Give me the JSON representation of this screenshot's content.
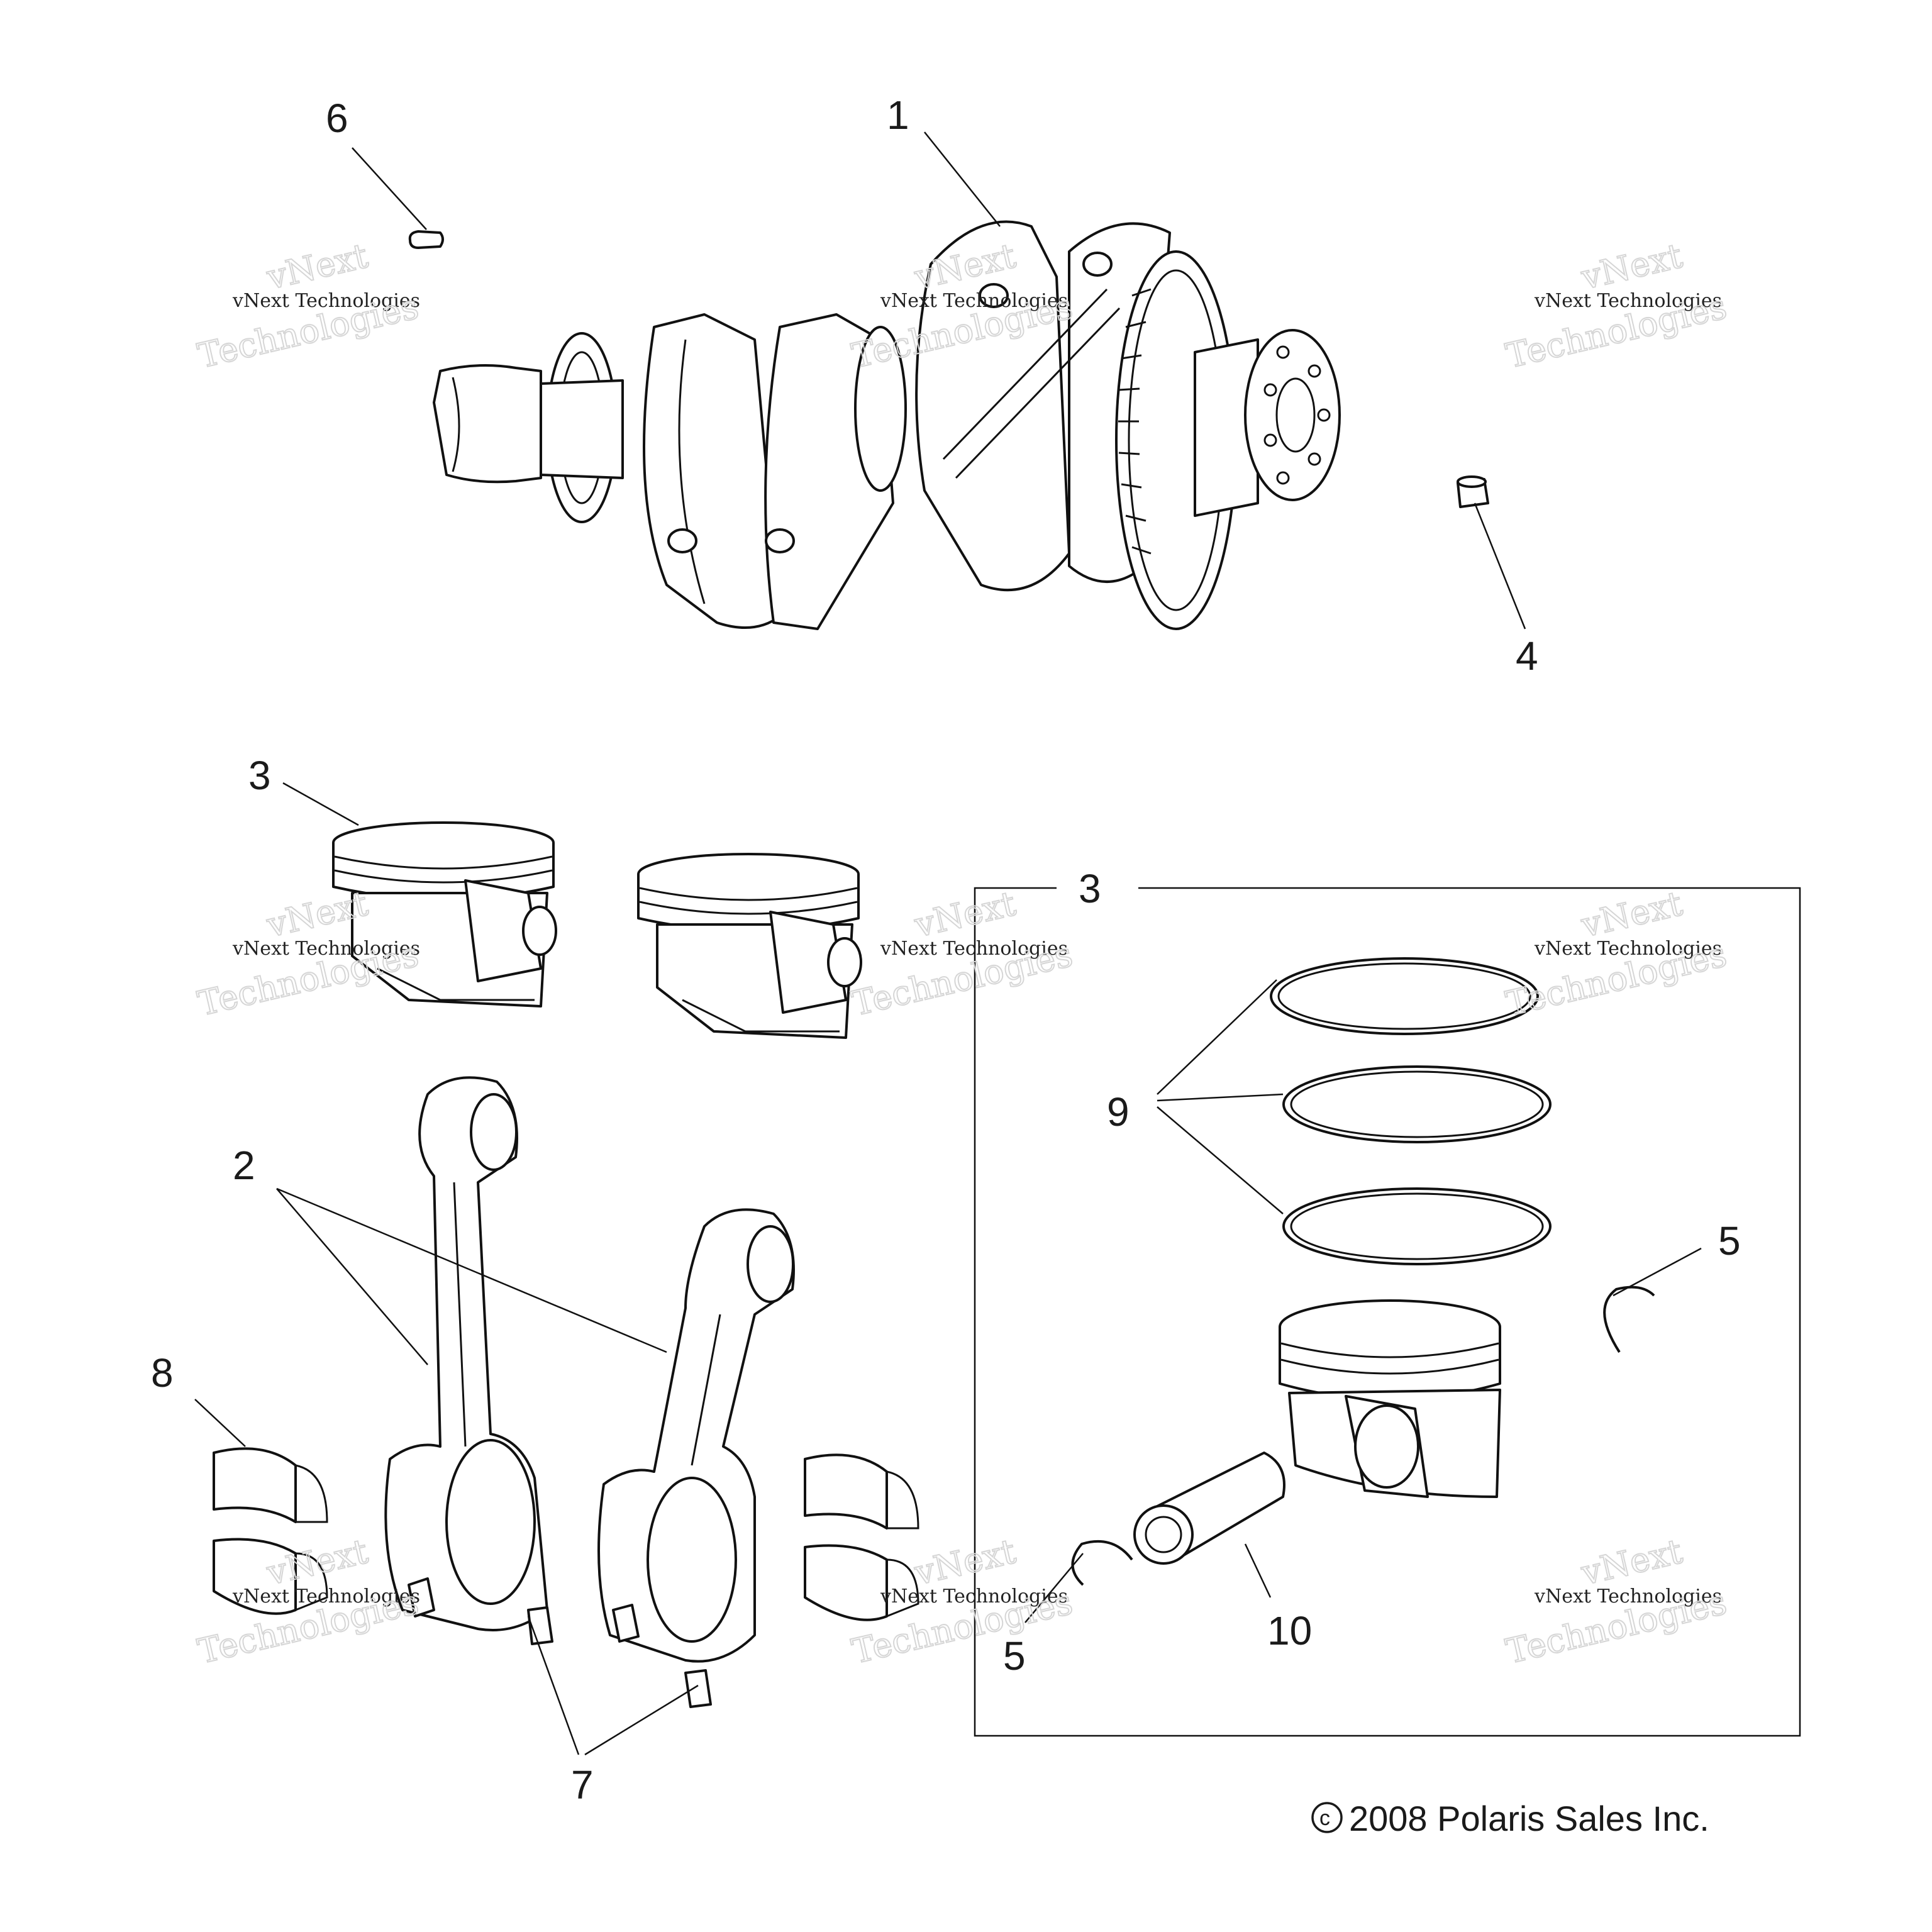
{
  "callouts": {
    "c1": "1",
    "c2": "2",
    "c3_left": "3",
    "c3_box": "3",
    "c4": "4",
    "c5_right": "5",
    "c5_left": "5",
    "c6": "6",
    "c7": "7",
    "c8": "8",
    "c9": "9",
    "c10": "10"
  },
  "watermark": {
    "line_small": "vNext Technologies",
    "line_top": "vNext",
    "line_bottom": "Technologies"
  },
  "copyright": "2008 Polaris Sales Inc."
}
